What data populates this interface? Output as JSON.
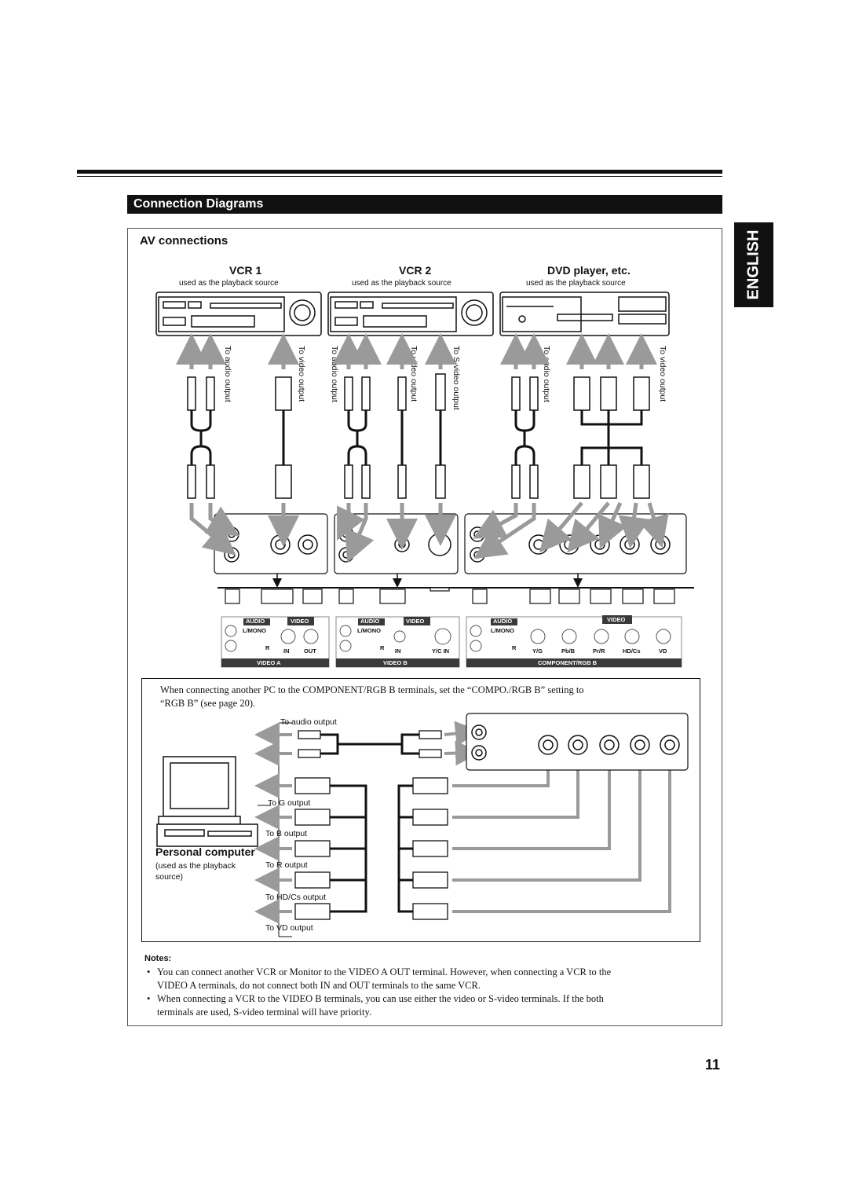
{
  "section_title": "Connection Diagrams",
  "language_tab": "ENGLISH",
  "av": {
    "heading": "AV connections",
    "devices": [
      {
        "name": "VCR 1",
        "sub": "used as the playback source"
      },
      {
        "name": "VCR 2",
        "sub": "used as the playback source"
      },
      {
        "name": "DVD player, etc.",
        "sub": "used as the playback source"
      }
    ],
    "cable_labels": {
      "audio_output": "To audio output",
      "video_output": "To video output",
      "svideo_output": "To S-video output"
    }
  },
  "terminals": {
    "audio": "AUDIO",
    "video": "VIDEO",
    "l_mono": "L/MONO",
    "r": "R",
    "in": "IN",
    "out": "OUT",
    "yc_in": "Y/C IN",
    "component": [
      "Y/G",
      "Pb/B",
      "Pr/R",
      "HD/Cs",
      "VD"
    ],
    "video_a": "VIDEO A",
    "video_b": "VIDEO B",
    "component_rgb_b": "COMPONENT/RGB B"
  },
  "pc": {
    "intro_line1": "When connecting another PC to the COMPONENT/RGB B terminals, set the “COMPO./RGB B” setting to",
    "intro_line2": "“RGB B” (see page 20).",
    "title": "Personal computer",
    "sub_line1": "(used as the playback",
    "sub_line2": "source)",
    "labels": {
      "audio_output": "To audio output",
      "g_output": "To G output",
      "b_output": "To B output",
      "r_output": "To R output",
      "hdcs_output": "To HD/Cs output",
      "vd_output": "To  VD output"
    }
  },
  "notes": {
    "title": "Notes:",
    "items": [
      {
        "line1": "You can connect another VCR or Monitor to the VIDEO A OUT terminal. However, when connecting a VCR to the",
        "line2": "VIDEO A terminals, do not connect both IN and OUT terminals to the same VCR."
      },
      {
        "line1": "When connecting a VCR to the VIDEO B terminals, you can use either the video or S-video terminals. If the both",
        "line2": "terminals are used, S-video terminal will have priority."
      }
    ]
  },
  "page_number": "11",
  "colors": {
    "ink": "#111111",
    "arrow_gray": "#9a9a9a",
    "panel_bg": "#ffffff",
    "label_bg": "#3a3a3a"
  }
}
